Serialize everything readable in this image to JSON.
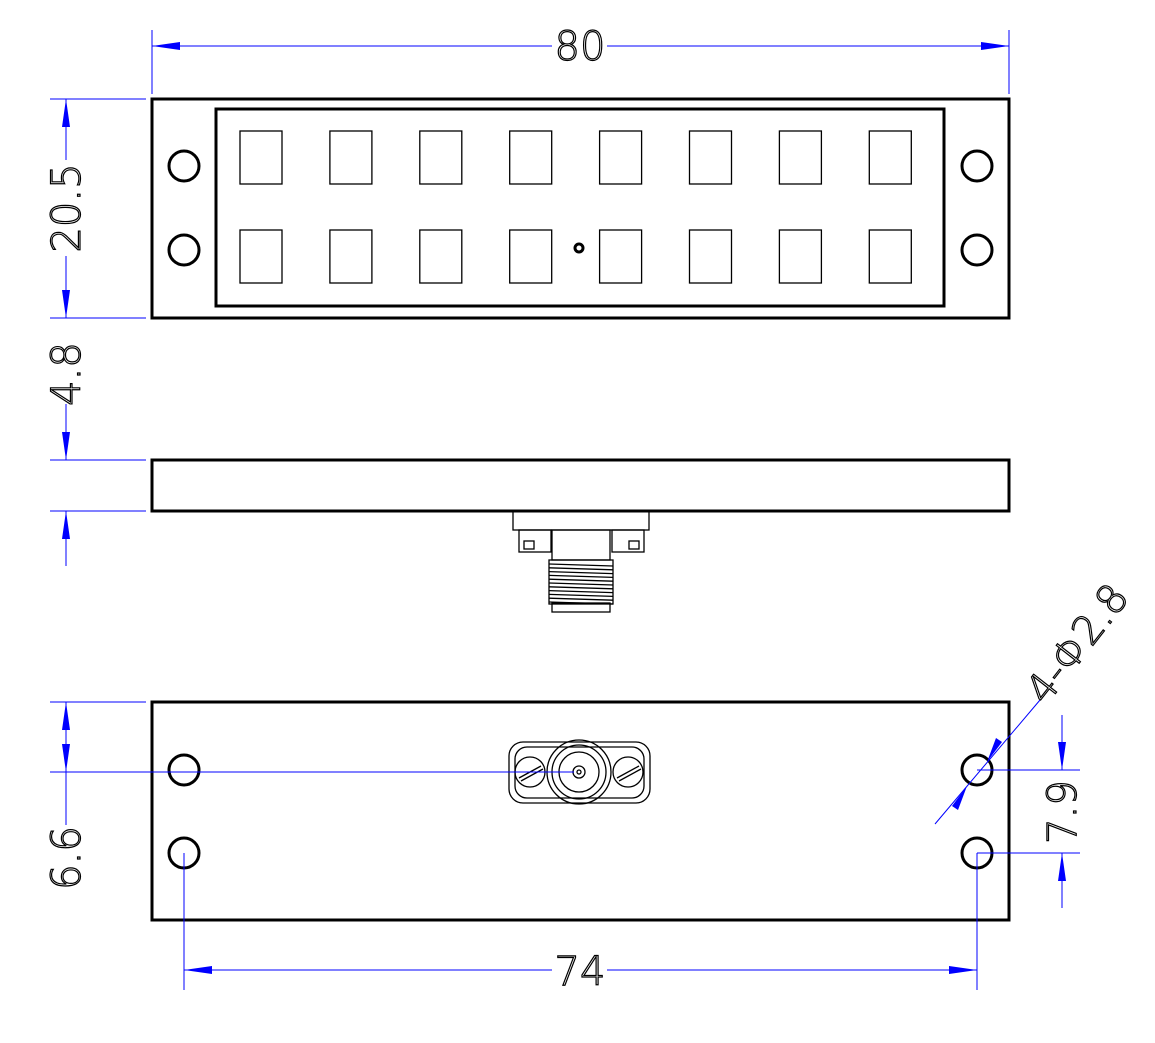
{
  "dimensions": {
    "overall_width": "80",
    "height_top_view": "20.5",
    "gap": "4.8",
    "bottom_hole_offset": "6.6",
    "hole_spacing_width": "74",
    "hole_pitch_vertical": "7.9",
    "hole_callout": "4-Φ2.8"
  },
  "colors": {
    "outline": "#000000",
    "dimension_lines": "#0000ff",
    "background": "#ffffff"
  },
  "patch_grid": {
    "columns": 8,
    "rows": 2
  }
}
